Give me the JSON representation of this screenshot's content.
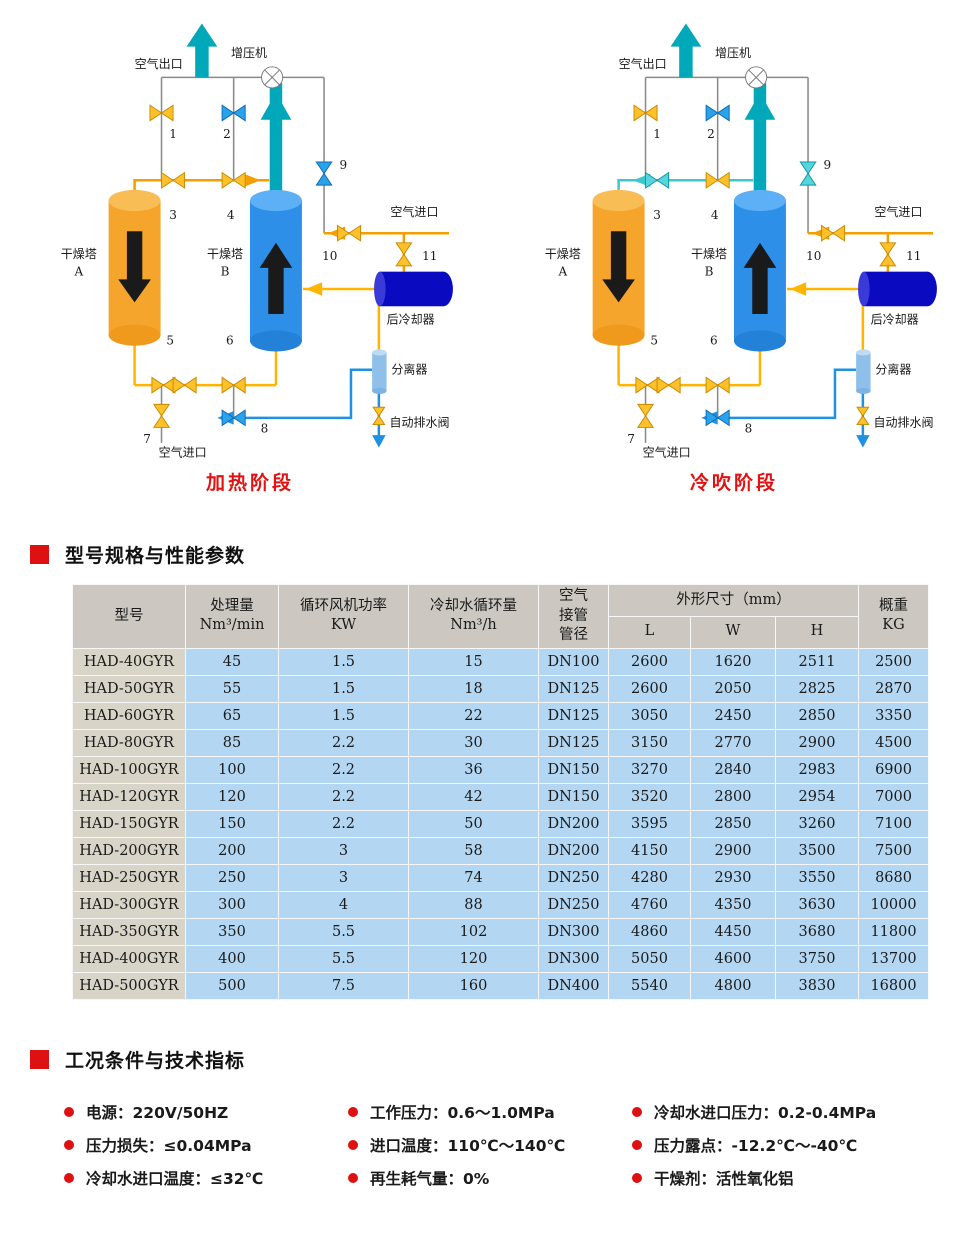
{
  "diagrams": [
    {
      "caption": "加热阶段",
      "labels": {
        "air_outlet": "空气出口",
        "booster": "增压机",
        "air_inlet_top": "空气进口",
        "air_inlet_bottom": "空气进口",
        "tower_a": "干燥塔",
        "tower_a_sub": "A",
        "tower_b": "干燥塔",
        "tower_b_sub": "B",
        "after_cooler": "后冷却器",
        "separator": "分离器",
        "auto_drain": "自动排水阀"
      },
      "valves": [
        "1",
        "2",
        "3",
        "4",
        "5",
        "6",
        "7",
        "8",
        "9",
        "10",
        "11"
      ],
      "colors": {
        "regen_line": "#f59e00",
        "regen_valve_fill": "#ffc12a",
        "regen_valve_stroke": "#c88a00",
        "v9_fill": "#29a3ea",
        "v9_stroke": "#0f68b4"
      }
    },
    {
      "caption": "冷吹阶段",
      "labels": {
        "air_outlet": "空气出口",
        "booster": "增压机",
        "air_inlet_top": "空气进口",
        "air_inlet_bottom": "空气进口",
        "tower_a": "干燥塔",
        "tower_a_sub": "A",
        "tower_b": "干燥塔",
        "tower_b_sub": "B",
        "after_cooler": "后冷却器",
        "separator": "分离器",
        "auto_drain": "自动排水阀"
      },
      "valves": [
        "1",
        "2",
        "3",
        "4",
        "5",
        "6",
        "7",
        "8",
        "9",
        "10",
        "11"
      ],
      "colors": {
        "regen_line": "#3cc9ce",
        "regen_valve_fill": "#55d6dc",
        "regen_valve_stroke": "#0b98a2",
        "v9_fill": "#55d6dc",
        "v9_stroke": "#0b98a2"
      }
    }
  ],
  "sections": [
    {
      "title": "型号规格与性能参数"
    },
    {
      "title": "工况条件与技术指标"
    }
  ],
  "table": {
    "headers": {
      "model": "型号",
      "capacity1": "处理量",
      "capacity2": "Nm³/min",
      "power1": "循环风机功率",
      "power2": "KW",
      "water1": "冷却水循环量",
      "water2": "Nm³/h",
      "pipe1": "空气",
      "pipe2": "接管",
      "pipe3": "管径",
      "dims": "外形尺寸（mm）",
      "L": "L",
      "W": "W",
      "H": "H",
      "weight1": "概重",
      "weight2": "KG"
    },
    "rows": [
      {
        "model": "HAD-40GYR",
        "capacity": "45",
        "power": "1.5",
        "water": "15",
        "pipe": "DN100",
        "l": "2600",
        "w": "1620",
        "h": "2511",
        "weight": "2500"
      },
      {
        "model": "HAD-50GYR",
        "capacity": "55",
        "power": "1.5",
        "water": "18",
        "pipe": "DN125",
        "l": "2600",
        "w": "2050",
        "h": "2825",
        "weight": "2870"
      },
      {
        "model": "HAD-60GYR",
        "capacity": "65",
        "power": "1.5",
        "water": "22",
        "pipe": "DN125",
        "l": "3050",
        "w": "2450",
        "h": "2850",
        "weight": "3350"
      },
      {
        "model": "HAD-80GYR",
        "capacity": "85",
        "power": "2.2",
        "water": "30",
        "pipe": "DN125",
        "l": "3150",
        "w": "2770",
        "h": "2900",
        "weight": "4500"
      },
      {
        "model": "HAD-100GYR",
        "capacity": "100",
        "power": "2.2",
        "water": "36",
        "pipe": "DN150",
        "l": "3270",
        "w": "2840",
        "h": "2983",
        "weight": "6900"
      },
      {
        "model": "HAD-120GYR",
        "capacity": "120",
        "power": "2.2",
        "water": "42",
        "pipe": "DN150",
        "l": "3520",
        "w": "2800",
        "h": "2954",
        "weight": "7000"
      },
      {
        "model": "HAD-150GYR",
        "capacity": "150",
        "power": "2.2",
        "water": "50",
        "pipe": "DN200",
        "l": "3595",
        "w": "2850",
        "h": "3260",
        "weight": "7100"
      },
      {
        "model": "HAD-200GYR",
        "capacity": "200",
        "power": "3",
        "water": "58",
        "pipe": "DN200",
        "l": "4150",
        "w": "2900",
        "h": "3500",
        "weight": "7500"
      },
      {
        "model": "HAD-250GYR",
        "capacity": "250",
        "power": "3",
        "water": "74",
        "pipe": "DN250",
        "l": "4280",
        "w": "2930",
        "h": "3550",
        "weight": "8680"
      },
      {
        "model": "HAD-300GYR",
        "capacity": "300",
        "power": "4",
        "water": "88",
        "pipe": "DN250",
        "l": "4760",
        "w": "4350",
        "h": "3630",
        "weight": "10000"
      },
      {
        "model": "HAD-350GYR",
        "capacity": "350",
        "power": "5.5",
        "water": "102",
        "pipe": "DN300",
        "l": "4860",
        "w": "4450",
        "h": "3680",
        "weight": "11800"
      },
      {
        "model": "HAD-400GYR",
        "capacity": "400",
        "power": "5.5",
        "water": "120",
        "pipe": "DN300",
        "l": "5050",
        "w": "4600",
        "h": "3750",
        "weight": "13700"
      },
      {
        "model": "HAD-500GYR",
        "capacity": "500",
        "power": "7.5",
        "water": "160",
        "pipe": "DN400",
        "l": "5540",
        "w": "4800",
        "h": "3830",
        "weight": "16800"
      }
    ]
  },
  "conditions": [
    [
      "电源：220V/50HZ",
      "压力损失：≤0.04MPa",
      "冷却水进口温度：≤32℃"
    ],
    [
      "工作压力：0.6～1.0MPa",
      "进口温度：110℃～140℃",
      "再生耗气量：0%"
    ],
    [
      "冷却水进口压力：0.2-0.4MPa",
      "压力露点：-12.2℃～-40℃",
      "干燥剂：活性氧化铝"
    ]
  ],
  "colors": {
    "accent_red": "#dd1111",
    "caption_red": "#e31212",
    "table_header_bg": "#ccc8c1",
    "table_model_bg": "#d8d4c8",
    "table_cell_bg": "#b3d7f2",
    "pipe_teal": "#00a8ba",
    "pipe_yellow": "#ffb400",
    "pipe_blue": "#2090e0",
    "pipe_orange": "#f59e00",
    "tower_a_fill": "#f6a52c",
    "tower_b_fill": "#2d8fe8",
    "after_cooler_fill": "#0a0ac0"
  }
}
